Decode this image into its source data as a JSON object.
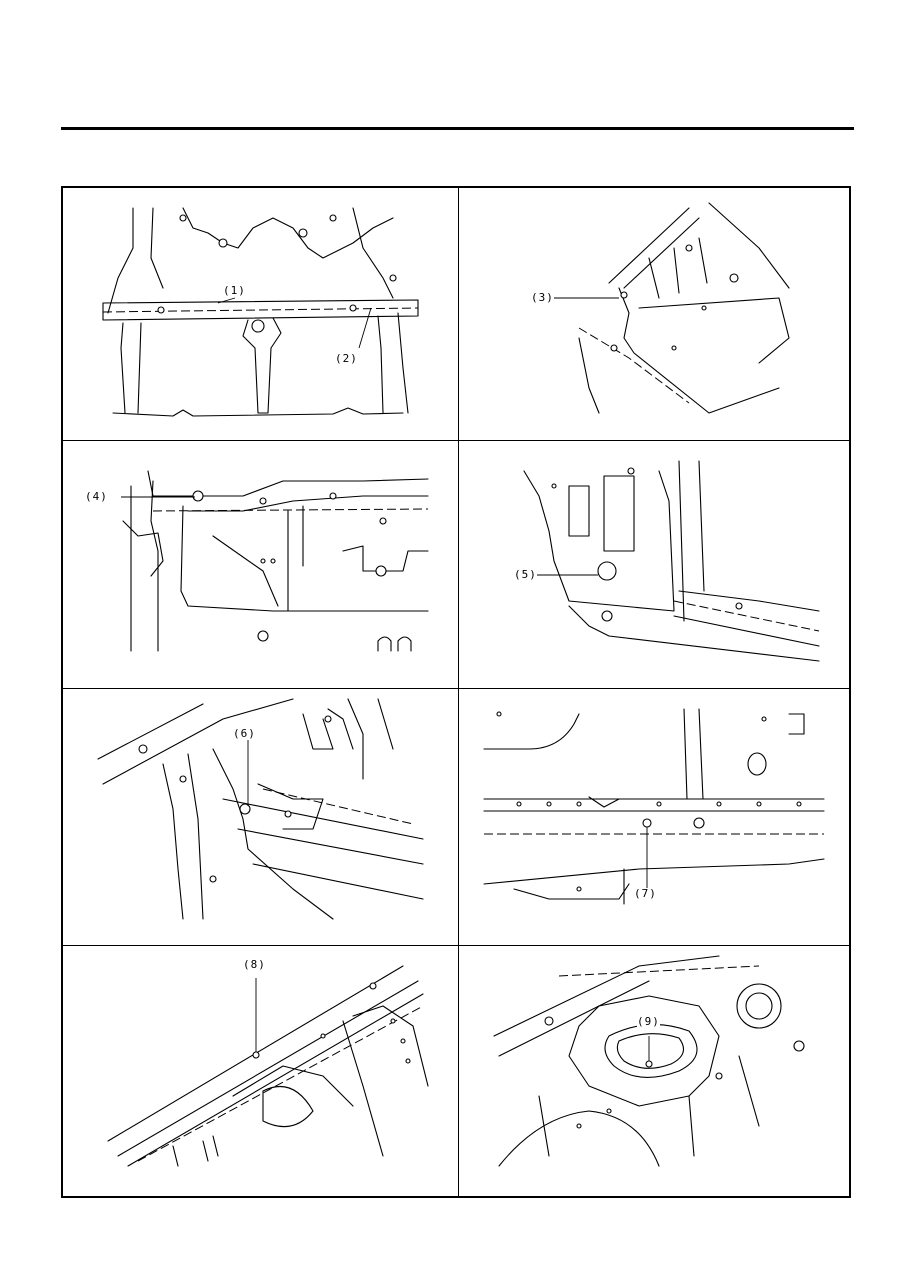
{
  "callouts": {
    "c1": "(1)",
    "c2": "(2)",
    "c3": "(3)",
    "c4": "(4)",
    "c5": "(5)",
    "c6": "(6)",
    "c7": "(7)",
    "c8": "(8)",
    "c9": "(9)"
  }
}
